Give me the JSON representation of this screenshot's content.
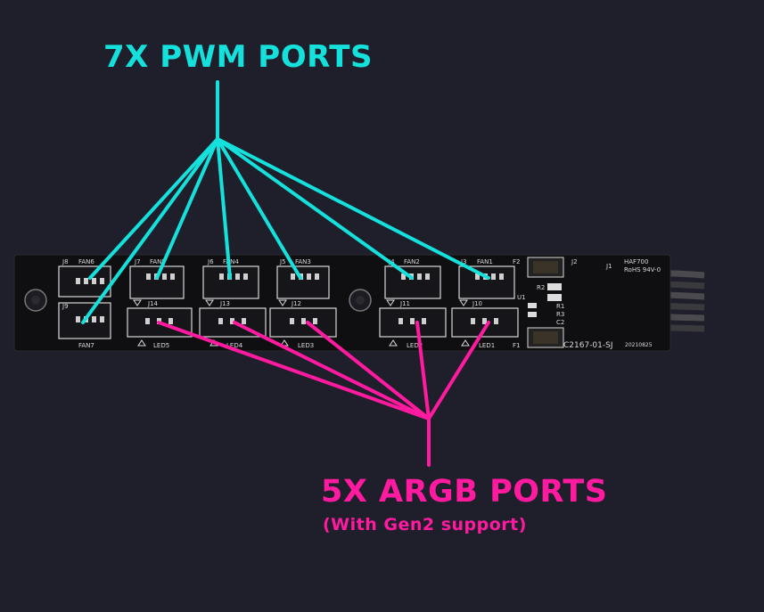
{
  "callouts": {
    "pwm": {
      "title": "7X PWM PORTS",
      "color": "#15e1dc"
    },
    "argb": {
      "title": "5X ARGB PORTS",
      "subtitle": "(With Gen2 support)",
      "color": "#ff1aa0"
    }
  },
  "board": {
    "fan_headers": [
      {
        "ref": "J8",
        "label": "FAN6"
      },
      {
        "ref": "J9",
        "label": "FAN7"
      },
      {
        "ref": "J7",
        "label": "FAN5"
      },
      {
        "ref": "J6",
        "label": "FAN4"
      },
      {
        "ref": "J5",
        "label": "FAN3"
      },
      {
        "ref": "J4",
        "label": "FAN2"
      },
      {
        "ref": "J3",
        "label": "FAN1"
      }
    ],
    "led_headers": [
      {
        "ref": "J14",
        "label": "LED5"
      },
      {
        "ref": "J13",
        "label": "LED4"
      },
      {
        "ref": "J12",
        "label": "LED3"
      },
      {
        "ref": "J11",
        "label": "LED2"
      },
      {
        "ref": "J10",
        "label": "LED1"
      }
    ],
    "silk": {
      "f2": "F2",
      "f1": "F1",
      "j2": "J2",
      "j1": "J1",
      "model": "HAF700",
      "rohs": "RoHS 94V-0",
      "part": "C2167-01-SJ",
      "date": "20210825",
      "u1": "U1",
      "r1": "R1",
      "r2": "R2",
      "r3": "R3",
      "c2": "C2"
    }
  },
  "colors": {
    "pcb": "#0f0f12",
    "silkscreen": "#d9d9d9",
    "pwm_line": "#15e1dc",
    "argb_line": "#ff1aa0",
    "cable": "#3a3a3e"
  }
}
